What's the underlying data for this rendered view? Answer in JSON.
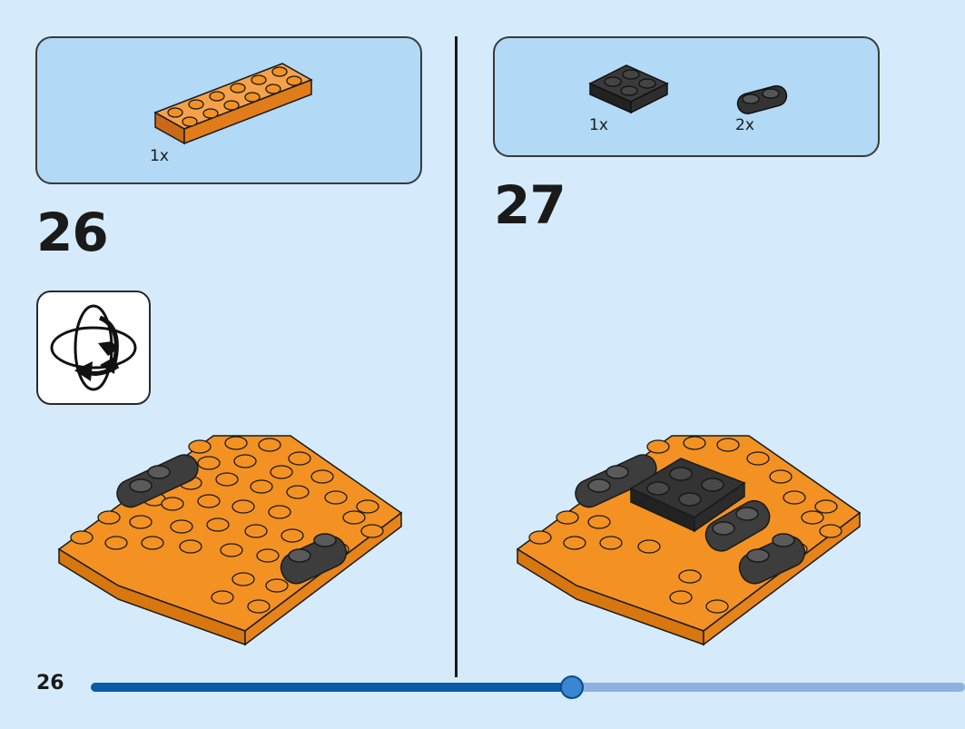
{
  "steps": [
    {
      "number": "26",
      "parts": [
        {
          "name": "orange-plate-2x6",
          "quantity": "1x"
        }
      ],
      "rotate_model": true
    },
    {
      "number": "27",
      "parts": [
        {
          "name": "black-plate-2x2-round-corners",
          "quantity": "1x"
        },
        {
          "name": "black-plate-1x2-rounded",
          "quantity": "2x"
        }
      ]
    }
  ],
  "footer": {
    "page_number": "26",
    "progress": 0.55
  },
  "colors": {
    "background": "#d5ebfb",
    "parts_box": "#b2d9f5",
    "orange": "#f39222",
    "black_part": "#3a3a3a",
    "progress": "#0b5aa8",
    "progress_track": "#8fb0e0"
  }
}
